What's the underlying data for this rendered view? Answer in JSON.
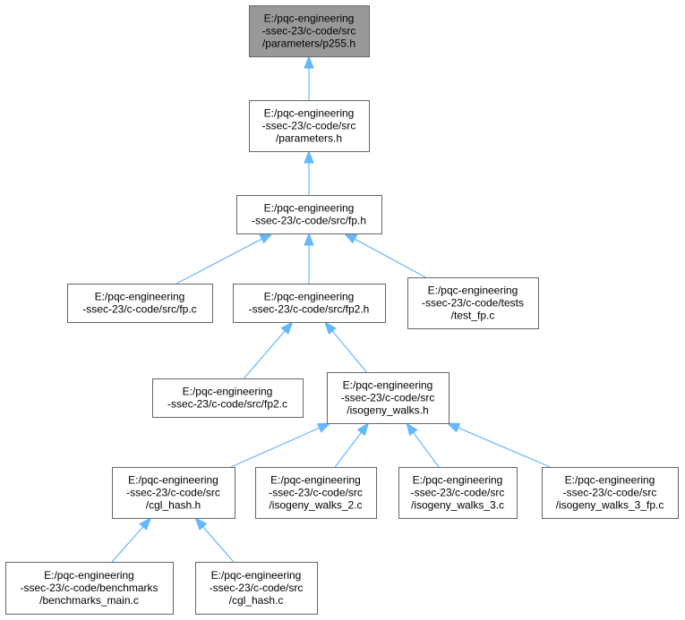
{
  "graph": {
    "title": "",
    "colors": {
      "edge": "#63b8ff",
      "node_border": "#666666",
      "root_fill": "#999999",
      "node_fill": "#ffffff"
    },
    "nodes": [
      {
        "id": "p255_h",
        "lines": [
          "E:/pqc-engineering",
          "-ssec-23/c-code/src",
          "/parameters/p255.h"
        ],
        "highlight": true
      },
      {
        "id": "parameters_h",
        "lines": [
          "E:/pqc-engineering",
          "-ssec-23/c-code/src",
          "/parameters.h"
        ]
      },
      {
        "id": "fp_h",
        "lines": [
          "E:/pqc-engineering",
          "-ssec-23/c-code/src/fp.h"
        ]
      },
      {
        "id": "fp_c",
        "lines": [
          "E:/pqc-engineering",
          "-ssec-23/c-code/src/fp.c"
        ]
      },
      {
        "id": "fp2_h",
        "lines": [
          "E:/pqc-engineering",
          "-ssec-23/c-code/src/fp2.h"
        ]
      },
      {
        "id": "test_fp_c",
        "lines": [
          "E:/pqc-engineering",
          "-ssec-23/c-code/tests",
          "/test_fp.c"
        ]
      },
      {
        "id": "fp2_c",
        "lines": [
          "E:/pqc-engineering",
          "-ssec-23/c-code/src/fp2.c"
        ]
      },
      {
        "id": "isogeny_walks_h",
        "lines": [
          "E:/pqc-engineering",
          "-ssec-23/c-code/src",
          "/isogeny_walks.h"
        ]
      },
      {
        "id": "cgl_hash_h",
        "lines": [
          "E:/pqc-engineering",
          "-ssec-23/c-code/src",
          "/cgl_hash.h"
        ]
      },
      {
        "id": "isogeny_walks_2_c",
        "lines": [
          "E:/pqc-engineering",
          "-ssec-23/c-code/src",
          "/isogeny_walks_2.c"
        ]
      },
      {
        "id": "isogeny_walks_3_c",
        "lines": [
          "E:/pqc-engineering",
          "-ssec-23/c-code/src",
          "/isogeny_walks_3.c"
        ]
      },
      {
        "id": "isogeny_walks_3_fp_c",
        "lines": [
          "E:/pqc-engineering",
          "-ssec-23/c-code/src",
          "/isogeny_walks_3_fp.c"
        ]
      },
      {
        "id": "benchmarks_main_c",
        "lines": [
          "E:/pqc-engineering",
          "-ssec-23/c-code/benchmarks",
          "/benchmarks_main.c"
        ]
      },
      {
        "id": "cgl_hash_c",
        "lines": [
          "E:/pqc-engineering",
          "-ssec-23/c-code/src",
          "/cgl_hash.c"
        ]
      }
    ],
    "edges": [
      {
        "from": "parameters_h",
        "to": "p255_h"
      },
      {
        "from": "fp_h",
        "to": "parameters_h"
      },
      {
        "from": "fp_c",
        "to": "fp_h"
      },
      {
        "from": "fp2_h",
        "to": "fp_h"
      },
      {
        "from": "test_fp_c",
        "to": "fp_h"
      },
      {
        "from": "fp2_c",
        "to": "fp2_h"
      },
      {
        "from": "isogeny_walks_h",
        "to": "fp2_h"
      },
      {
        "from": "cgl_hash_h",
        "to": "isogeny_walks_h"
      },
      {
        "from": "isogeny_walks_2_c",
        "to": "isogeny_walks_h"
      },
      {
        "from": "isogeny_walks_3_c",
        "to": "isogeny_walks_h"
      },
      {
        "from": "isogeny_walks_3_fp_c",
        "to": "isogeny_walks_h"
      },
      {
        "from": "benchmarks_main_c",
        "to": "cgl_hash_h"
      },
      {
        "from": "cgl_hash_c",
        "to": "cgl_hash_h"
      }
    ]
  }
}
